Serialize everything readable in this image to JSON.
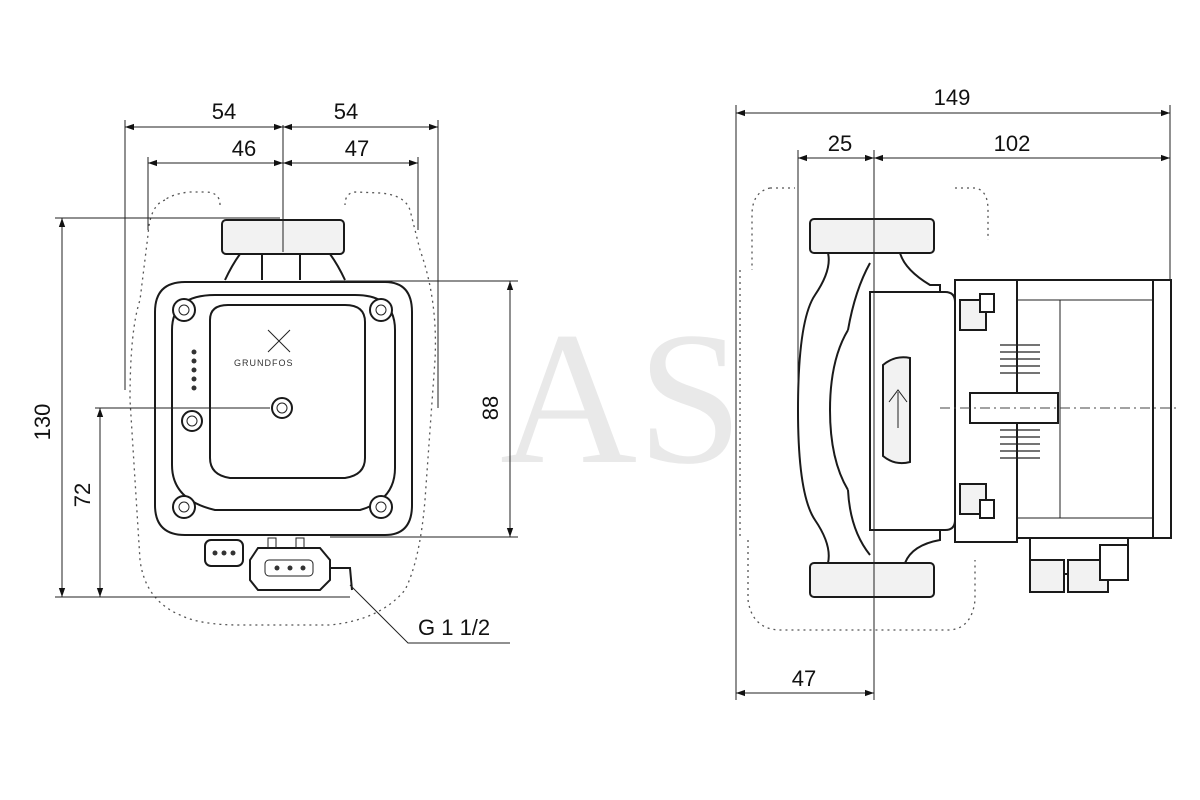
{
  "front_view": {
    "dims": {
      "width_left_outer": "54",
      "width_right_outer": "54",
      "width_left_inner": "46",
      "width_right_inner": "47",
      "height_total": "130",
      "height_axis": "72",
      "height_body": "88"
    },
    "thread_label": "G 1 1/2",
    "brand_text": "GRUNDFOS"
  },
  "side_view": {
    "dims": {
      "total_length": "149",
      "front_offset": "25",
      "motor_length": "102",
      "port_offset": "47"
    }
  },
  "watermark": "AS"
}
